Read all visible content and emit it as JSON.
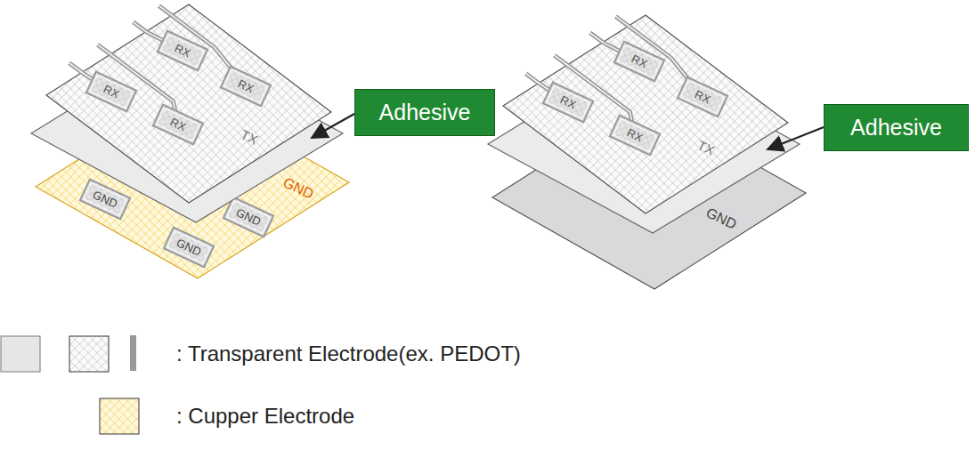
{
  "diagram": {
    "nodes": [
      {
        "text": [
          "Adhesive"
        ]
      },
      {
        "text": [
          "Adhesive"
        ]
      }
    ],
    "labels": [
      "RX",
      "RX",
      "RX",
      "RX",
      "TX",
      "GND",
      "GND",
      "GND",
      "GND",
      "RX",
      "RX",
      "RX",
      "RX",
      "TX",
      "GND"
    ],
    "legend": [
      {
        "text": ": Transparent Electrode(ex. PEDOT)"
      },
      {
        "text": ": Cupper Electrode"
      }
    ]
  }
}
